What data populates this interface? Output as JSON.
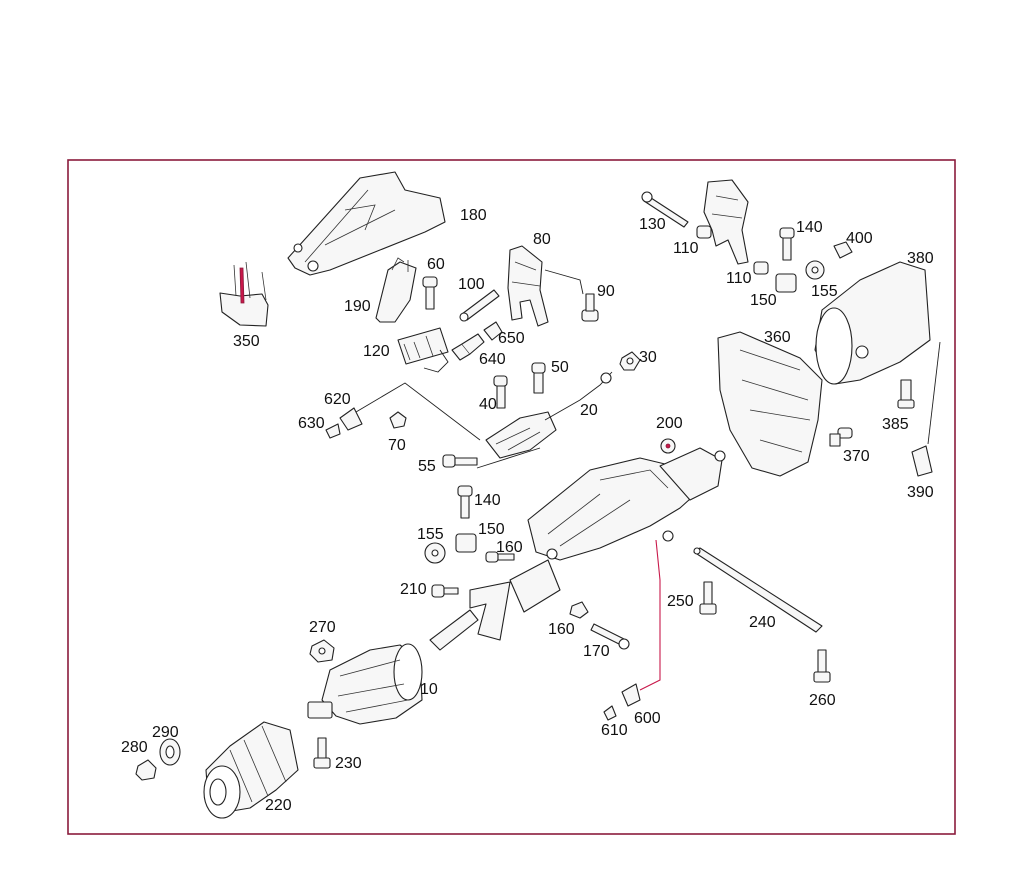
{
  "diagram": {
    "frame_color": "#8a1c3c",
    "highlight_color": "#c8184a",
    "callouts": {
      "c180": "180",
      "c350": "350",
      "c190": "190",
      "c60": "60",
      "c80": "80",
      "c90": "90",
      "c100": "100",
      "c650": "650",
      "c120": "120",
      "c640": "640",
      "c50": "50",
      "c30": "30",
      "c40": "40",
      "c20": "20",
      "c620": "620",
      "c630": "630",
      "c70": "70",
      "c55": "55",
      "c130": "130",
      "c110a": "110",
      "c110b": "110",
      "c140a": "140",
      "c400": "400",
      "c380": "380",
      "c150a": "150",
      "c155a": "155",
      "c360": "360",
      "c385": "385",
      "c370": "370",
      "c390": "390",
      "c200": "200",
      "c140b": "140",
      "c155b": "155",
      "c150b": "150",
      "c160a": "160",
      "c210": "210",
      "c160b": "160",
      "c170": "170",
      "c250": "250",
      "c240": "240",
      "c270": "270",
      "c10": "10",
      "c260": "260",
      "c290": "290",
      "c280": "280",
      "c230": "230",
      "c220": "220",
      "c610": "610",
      "c600": "600"
    }
  }
}
